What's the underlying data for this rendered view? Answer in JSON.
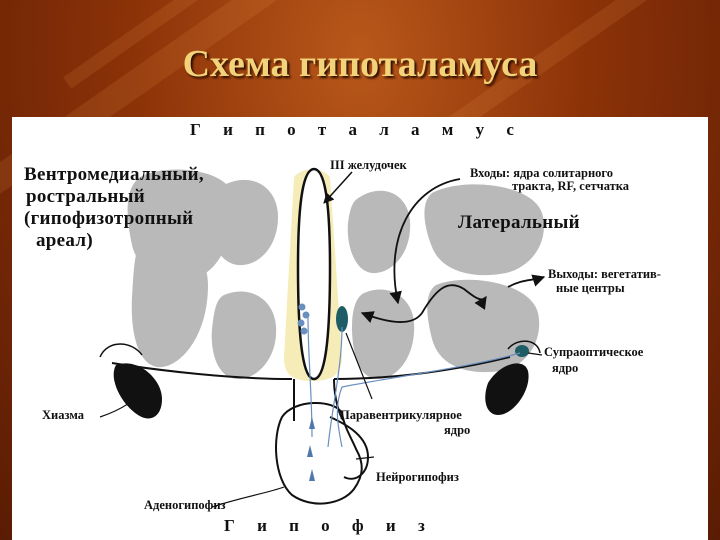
{
  "title": "Схема гипоталамуса",
  "diagram": {
    "top_label": "Г и п о т а л а м у с",
    "bottom_label": "Г и п о ф и з",
    "ventromedial": [
      "Вентромедиальный,",
      "ростральный",
      "(гипофизотропный",
      "ареал)"
    ],
    "lateral": "Латеральный",
    "ventricle": "III желудочек",
    "inputs": [
      "Входы: ядра солитарного",
      "тракта, RF, сетчатка"
    ],
    "outputs": [
      "Выходы: вегетатив-",
      "ные центры"
    ],
    "supraoptic": [
      "Супраоптическое",
      "ядро"
    ],
    "chiasm": "Хиазма",
    "paraventricular": [
      "Паравентрикулярное",
      "ядро"
    ],
    "neurohypophysis": "Нейрогипофиз",
    "adenohypophysis": "Аденогипофиз"
  }
}
